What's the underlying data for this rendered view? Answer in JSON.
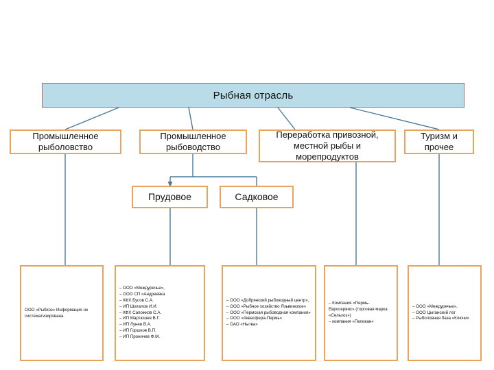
{
  "diagram": {
    "title_box": {
      "label": "Рыбная отрасль",
      "fill": "#b9dce8",
      "border": "#b06b6b"
    },
    "box_border": "#e8a35c",
    "connector_color": "#4a7a9b",
    "level2": [
      {
        "label": "Промышленное рыболовство"
      },
      {
        "label": "Промышленное рыбоводство"
      },
      {
        "label": "Переработка привозной, местной рыбы и морепродуктов"
      },
      {
        "label": "Туризм и прочее"
      }
    ],
    "level3": [
      {
        "label": "Прудовое"
      },
      {
        "label": "Садковое"
      }
    ],
    "leaves": [
      {
        "name": "leaf-rybolovstvo",
        "style": "plain",
        "text": "ООО «Рыбхоз» Информация не систематизирована",
        "items": []
      },
      {
        "name": "leaf-prudovoe",
        "style": "list",
        "text": "",
        "items": [
          "ООО «Междуречье»,",
          "ООО СП «Андреевка",
          "КФХ Бусов С.А.",
          "ИП Шаталов И.И.",
          "КФХ Сапожков С.А.",
          "ИП Мартюшев В.Г.",
          "ИП Лунев В.А.",
          "ИП Горшков В.П.",
          "ИП Проничев Ф.М."
        ]
      },
      {
        "name": "leaf-sadkovoe",
        "style": "list",
        "text": "",
        "items": [
          "ООО «Добрянский рыбоводный центр»,",
          "ООО «Рыбное хозяйство Язьвинское»",
          "ООО «Пермская рыбоводная компания»",
          "ООО «Аквасфера-Пермь»",
          "ОАО «Нытва»"
        ]
      },
      {
        "name": "leaf-pererabotka",
        "style": "list",
        "text": "",
        "items": [
          "Компания «Пермь-Евросервис» (торговая марка «Сельхоз»)",
          "компания «Пеликан»"
        ]
      },
      {
        "name": "leaf-turizm",
        "style": "list",
        "text": "",
        "items": [
          "ООО «Междуречье»,",
          "ООО Цыганский лог",
          "Рыболовная база «Ключи»"
        ]
      }
    ]
  }
}
